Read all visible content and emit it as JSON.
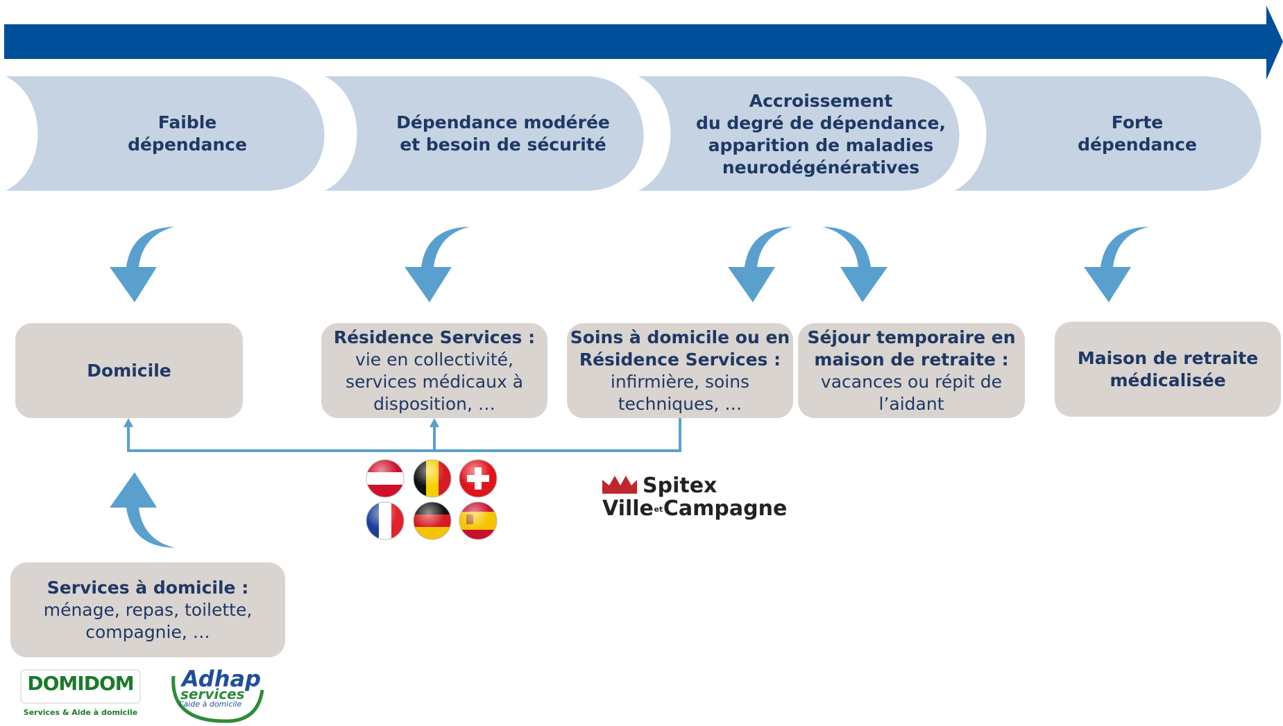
{
  "stages": [
    {
      "lines": [
        "Faible",
        "dépendance"
      ]
    },
    {
      "lines": [
        "Dépendance modérée",
        "et besoin de sécurité"
      ]
    },
    {
      "lines": [
        "Accroissement",
        "du degré de dépendance,",
        "apparition de maladies",
        "neurodégénératives"
      ]
    },
    {
      "lines": [
        "Forte",
        "dépendance"
      ]
    }
  ],
  "boxes": {
    "domicile": {
      "title": "Domicile",
      "lines": []
    },
    "residence": {
      "title": "Résidence Services :",
      "lines": [
        "vie en collectivité,",
        "services médicaux à",
        "disposition, …"
      ]
    },
    "soins": {
      "title_lines": [
        "Soins à domicile ou en",
        "Résidence Services :"
      ],
      "lines": [
        "infirmière, soins",
        "techniques, …"
      ]
    },
    "sejour": {
      "title_lines": [
        "Séjour temporaire en",
        "maison de retraite :"
      ],
      "lines": [
        "vacances ou répit de",
        "l’aidant"
      ]
    },
    "maison": {
      "title_lines": [
        "Maison de retraite",
        "médicalisée"
      ],
      "lines": []
    },
    "services": {
      "title": "Services à domicile :",
      "lines": [
        "ménage, repas, toilette,",
        "compagnie, …"
      ]
    }
  },
  "logos": {
    "spitex_line1": "Spitex",
    "spitex_line2a": "Ville",
    "spitex_et": "et",
    "spitex_line2b": "Campagne",
    "domidom_name": "DOMIDOM",
    "domidom_tag": "Services & Aide à domicile",
    "adhap_name": "Adhap",
    "adhap_sub": "services",
    "adhap_tag": "l’aide à domicile"
  },
  "flags": [
    "austria",
    "belgium",
    "switzerland",
    "france",
    "germany",
    "spain"
  ],
  "colors": {
    "timeline_arrow": "#004f9a",
    "chevron_fill": "#c5d3e3",
    "box_fill": "#d9d4d0",
    "text": "#1f3864",
    "curved_arrow": "#5aa0cf",
    "connector": "#5aa0cf"
  }
}
